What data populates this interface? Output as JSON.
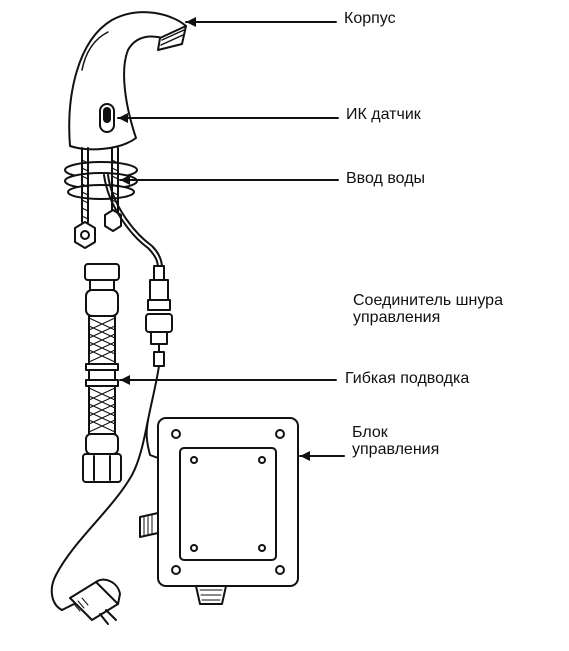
{
  "labels": {
    "body": "Корпус",
    "ir_sensor": "ИК датчик",
    "water_inlet": "Ввод воды",
    "connector_line1": "Соединитель шнура",
    "connector_line2": "управления",
    "flex_hose": "Гибкая подводка",
    "control_box_line1": "Блок",
    "control_box_line2": "управления"
  },
  "colors": {
    "stroke": "#111111",
    "fill": "#ffffff"
  }
}
